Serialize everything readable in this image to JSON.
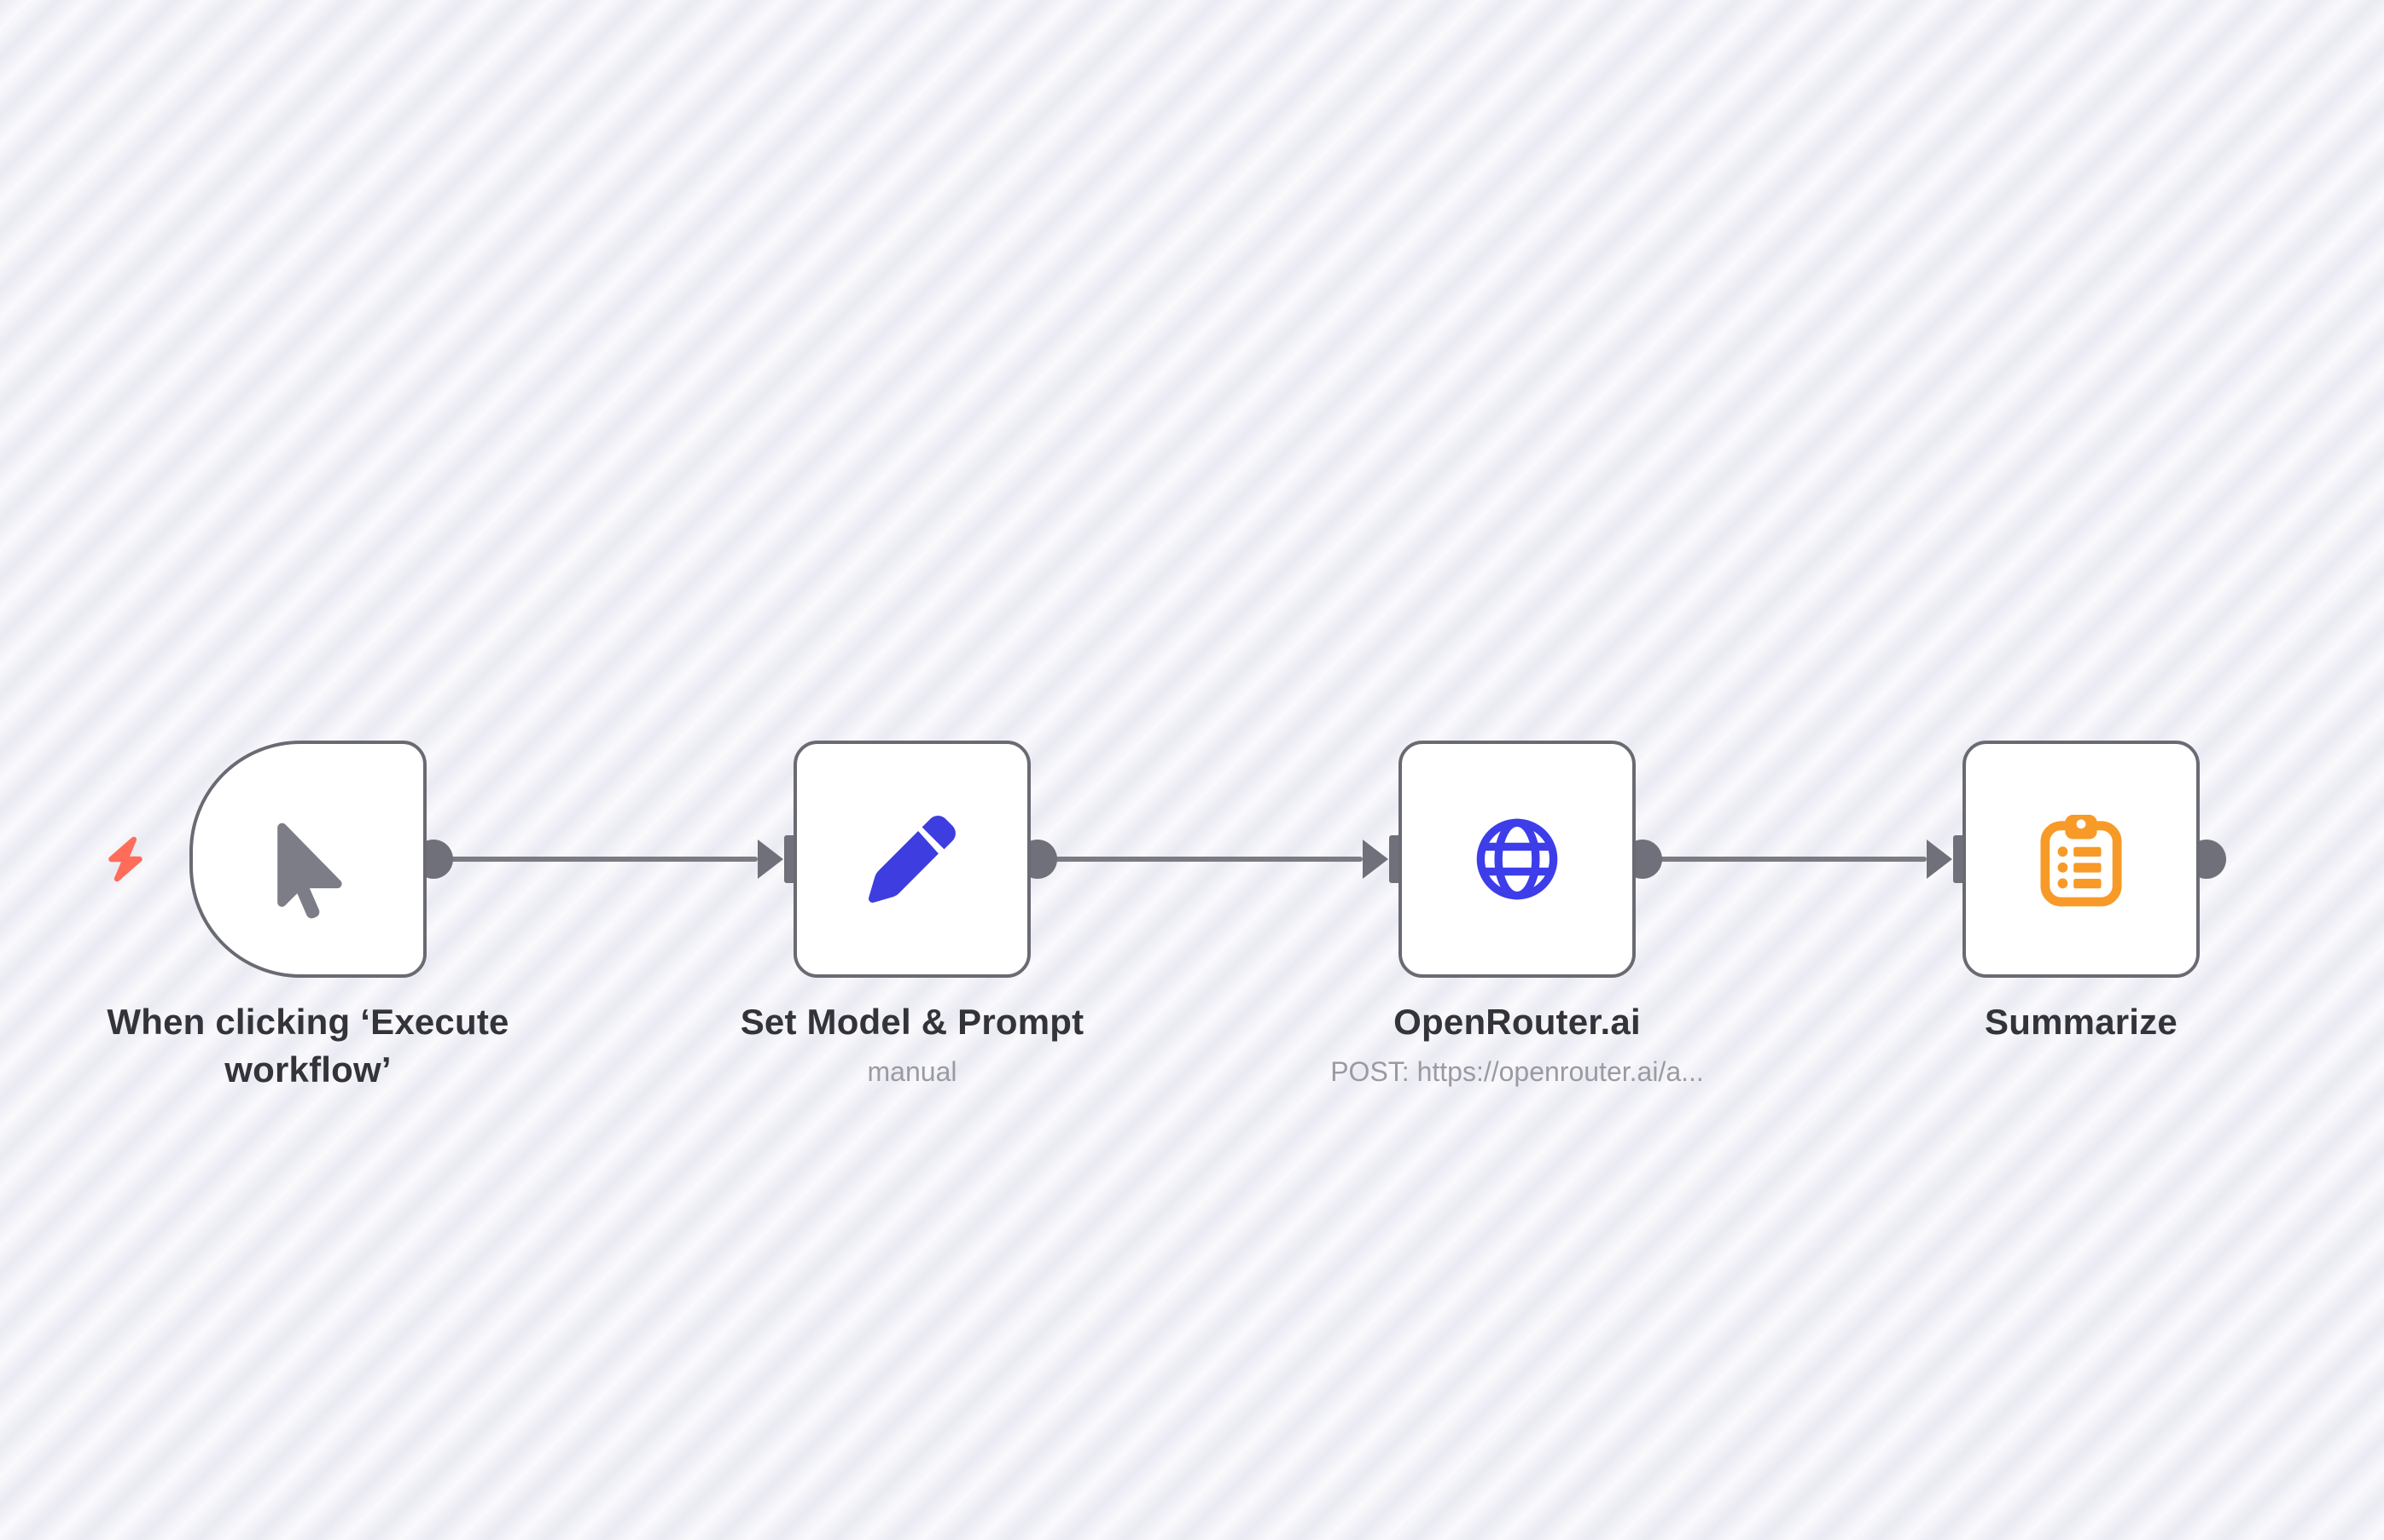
{
  "canvas": {
    "background_base": "#f2f2f7",
    "stripe_color": "#eaeaf3",
    "stripe_highlight": "#fafafd"
  },
  "colors": {
    "node_border": "#6a6a73",
    "node_background": "#ffffff",
    "connector_gray": "#70707a",
    "title_text": "#33333a",
    "subtitle_text": "#9a9aa2",
    "trigger_bolt": "#ff6d5a",
    "cursor_icon": "#7d7d87",
    "pencil_icon": "#3d3de0",
    "globe_icon": "#3d3dea",
    "clipboard_icon": "#f79a28"
  },
  "nodes": [
    {
      "title": "When clicking ‘Execute workflow’",
      "subtitle": "",
      "icon": "mouse-pointer-icon",
      "shape": "trigger-rounded-left",
      "has_trigger_bolt": true
    },
    {
      "title": "Set Model & Prompt",
      "subtitle": "manual",
      "icon": "pencil-icon",
      "shape": "square"
    },
    {
      "title": "OpenRouter.ai",
      "subtitle": "POST: https://openrouter.ai/a...",
      "icon": "globe-icon",
      "shape": "square"
    },
    {
      "title": "Summarize",
      "subtitle": "",
      "icon": "clipboard-list-icon",
      "shape": "square"
    }
  ]
}
